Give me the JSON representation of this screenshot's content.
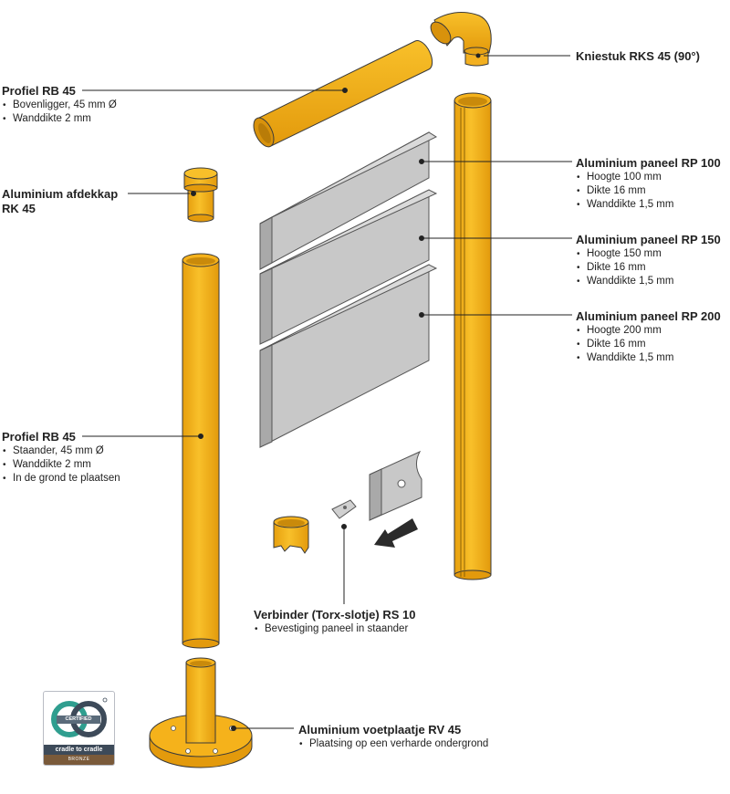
{
  "colors": {
    "yellow": "#F5B21B",
    "yellow_dark": "#C98A0B",
    "aluminium": "#C3C3C3",
    "aluminium_dark": "#9A9A9A",
    "outline": "#3a3a3a"
  },
  "labels": {
    "knee": {
      "title": "Kniestuk RKS 45 (90°)"
    },
    "top_rail": {
      "title": "Profiel RB 45",
      "bullets": [
        "Bovenligger, 45 mm Ø",
        "Wanddikte 2 mm"
      ]
    },
    "cap": {
      "title_line1": "Aluminium afdekkap",
      "title_line2": "RK 45"
    },
    "panel100": {
      "title": "Aluminium paneel RP 100",
      "bullets": [
        "Hoogte 100 mm",
        "Dikte 16 mm",
        "Wanddikte 1,5 mm"
      ]
    },
    "panel150": {
      "title": "Aluminium paneel RP 150",
      "bullets": [
        "Hoogte 150 mm",
        "Dikte 16 mm",
        "Wanddikte 1,5 mm"
      ]
    },
    "panel200": {
      "title": "Aluminium paneel RP 200",
      "bullets": [
        "Hoogte 200 mm",
        "Dikte 16 mm",
        "Wanddikte 1,5 mm"
      ]
    },
    "post": {
      "title": "Profiel RB 45",
      "bullets": [
        "Staander, 45 mm Ø",
        "Wanddikte 2 mm",
        "In de grond te plaatsen"
      ]
    },
    "connector": {
      "title": "Verbinder (Torx-slotje) RS 10",
      "bullets": [
        "Bevestiging paneel in staander"
      ]
    },
    "base": {
      "title": "Aluminium voetplaatje RV 45",
      "bullets": [
        "Plaatsing op een verharde ondergrond"
      ]
    }
  },
  "badge": {
    "certified": "CERTIFIED",
    "brand": "cradle to cradle",
    "level": "BRONZE",
    "icon": "cradle-to-cradle-logo-icon"
  }
}
